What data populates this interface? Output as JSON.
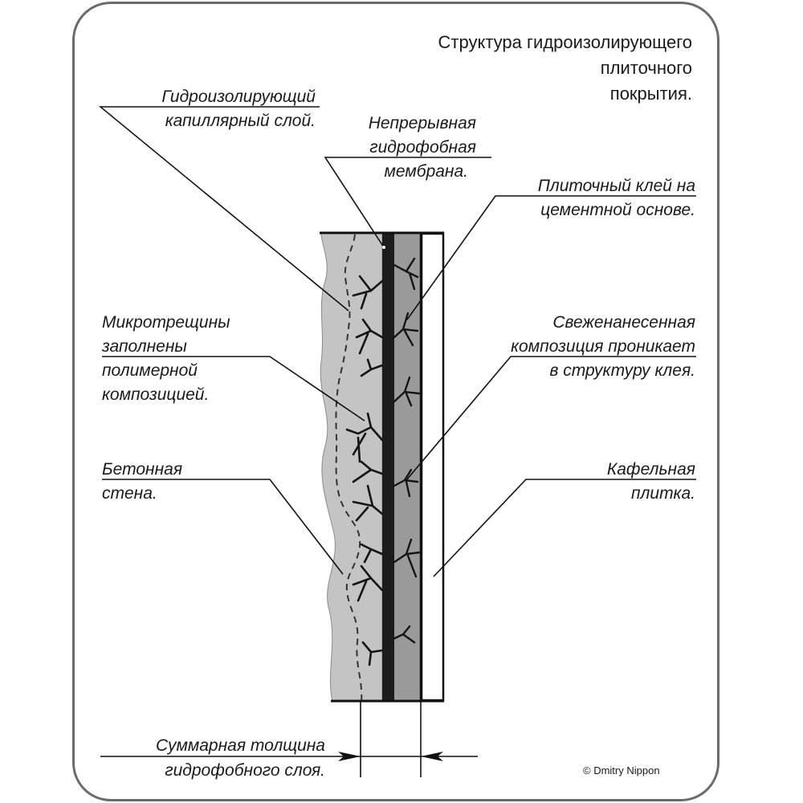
{
  "title": {
    "lines": [
      "Структура гидроизолирующего",
      "плиточного",
      "покрытия."
    ]
  },
  "labels": {
    "capillary_layer": [
      "Гидроизолирующий",
      "капиллярный слой."
    ],
    "membrane": [
      "Непрерывная",
      "гидрофобная",
      "мембрана."
    ],
    "tile_adhesive": [
      "Плиточный клей на",
      "цементной основе."
    ],
    "microcracks": [
      "Микротрещины",
      "заполнены",
      "полимерной",
      "композицией."
    ],
    "fresh_composition": [
      "Свеженанесенная",
      "композиция проникает",
      "в структуру клея."
    ],
    "concrete_wall": [
      "Бетонная",
      "стена."
    ],
    "ceramic_tile": [
      "Кафельная",
      "плитка."
    ],
    "total_thickness": [
      "Суммарная толщина",
      "гидрофобного слоя."
    ]
  },
  "copyright": "© Dmitry Nippon",
  "colors": {
    "concrete": "#c4c4c4",
    "concrete_inner": "#cbcbcb",
    "membrane": "#1c1c1c",
    "adhesive": "#9a9a9a",
    "tile": "#ffffff",
    "frame": "#6b6b6b",
    "ink": "#111111"
  }
}
